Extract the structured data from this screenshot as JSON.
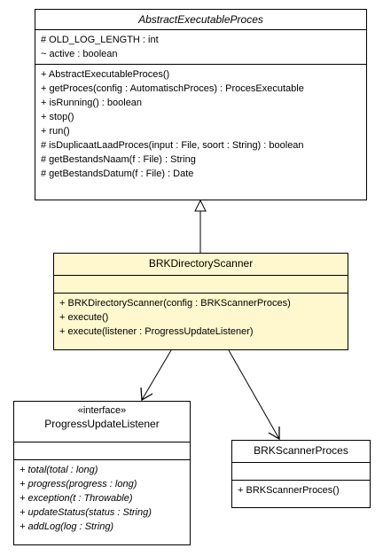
{
  "classes": {
    "abstract": {
      "name": "AbstractExecutableProces",
      "fields": [
        "# OLD_LOG_LENGTH : int",
        "~ active : boolean"
      ],
      "methods": [
        "+ AbstractExecutableProces()",
        "+ getProces(config : AutomatischProces) : ProcesExecutable",
        "+ isRunning() : boolean",
        "+ stop()",
        "+ run()",
        "# isDuplicaatLaadProces(input : File, soort : String) : boolean",
        "# getBestandsNaam(f : File) : String",
        "# getBestandsDatum(f : File) : Date"
      ]
    },
    "scanner": {
      "name": "BRKDirectoryScanner",
      "methods": [
        "+ BRKDirectoryScanner(config : BRKScannerProces)",
        "+ execute()",
        "+ execute(listener : ProgressUpdateListener)"
      ]
    },
    "listener": {
      "stereotype": "«interface»",
      "name": "ProgressUpdateListener",
      "methods": [
        "+ total(total : long)",
        "+ progress(progress : long)",
        "+ exception(t : Throwable)",
        "+ updateStatus(status : String)",
        "+ addLog(log : String)"
      ]
    },
    "proces": {
      "name": "BRKScannerProces",
      "methods": [
        "+ BRKScannerProces()"
      ]
    }
  },
  "colors": {
    "highlight_fill": "#fff7cd",
    "line": "#000000"
  }
}
